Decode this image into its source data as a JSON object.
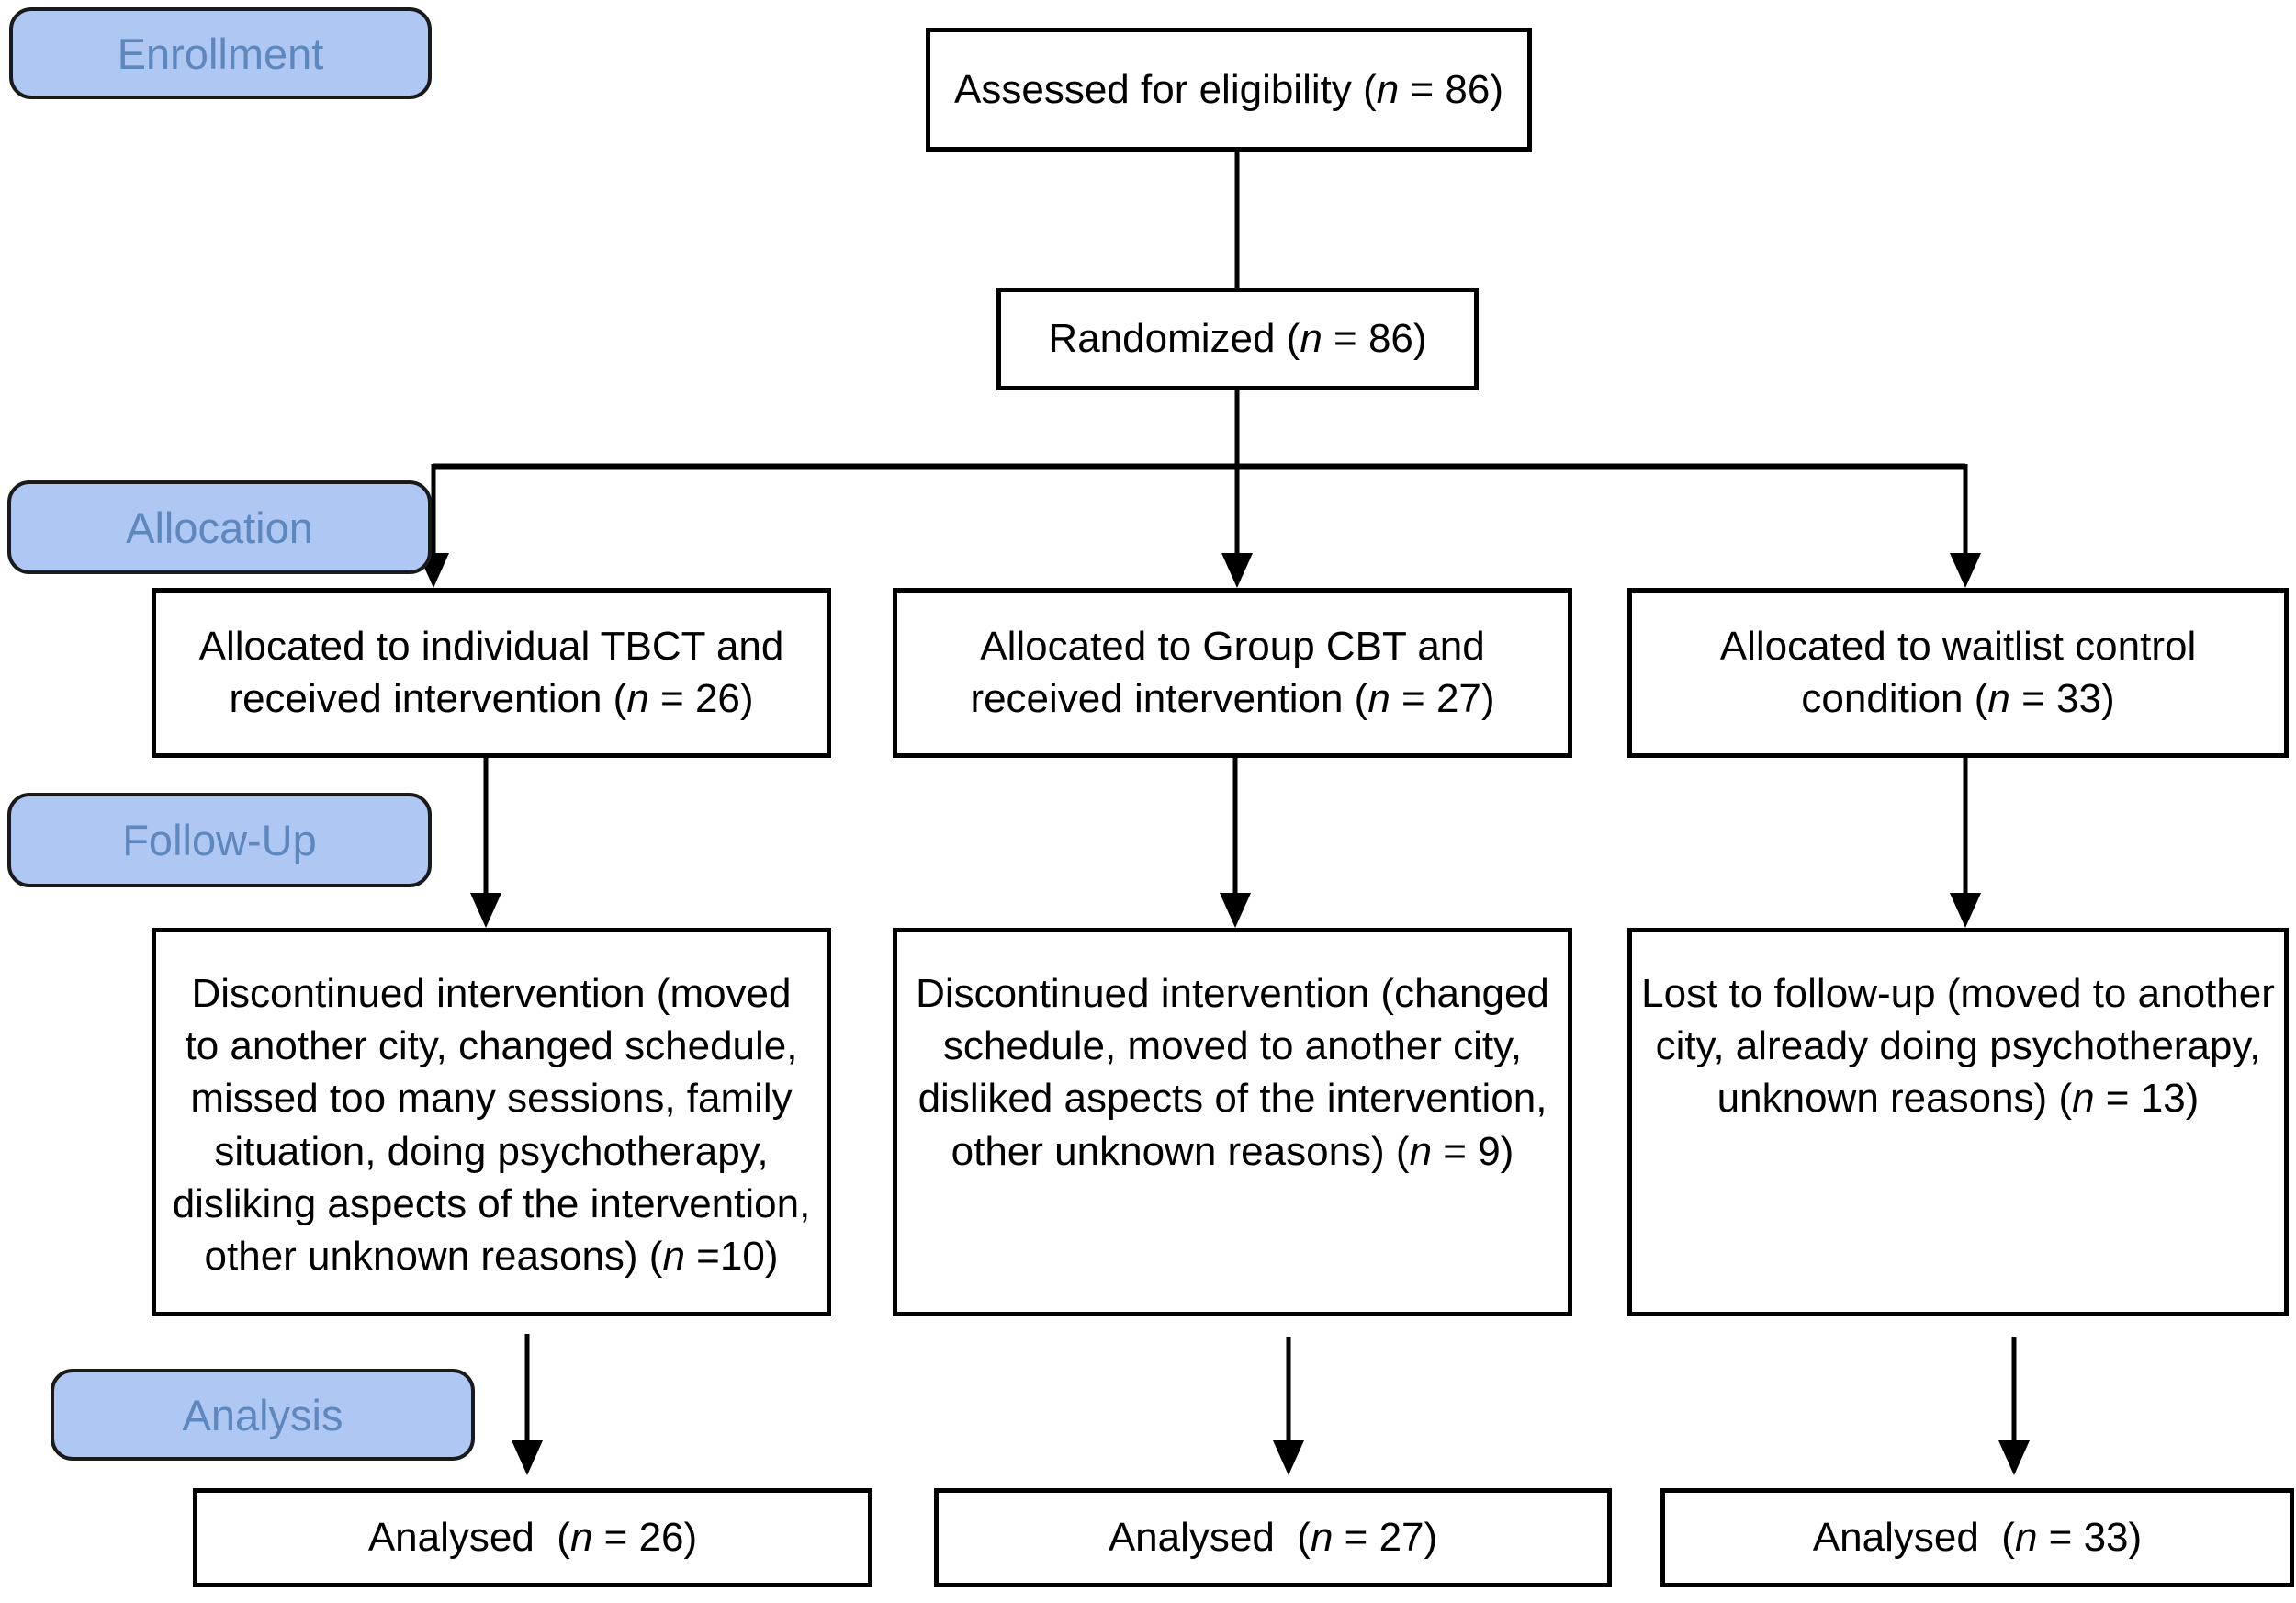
{
  "title": "CONSORT participant flow diagram",
  "colors": {
    "stage_fill": "#AEC7F3",
    "stage_text": "#5D87BD",
    "box_border": "#000000",
    "background": "#FFFFFF"
  },
  "stages": {
    "enrollment": "Enrollment",
    "allocation": "Allocation",
    "followup": "Follow-Up",
    "analysis": "Analysis"
  },
  "boxes": {
    "assessed": {
      "pre": "Assessed for eligibility (",
      "n": "n",
      "post": " = 86)"
    },
    "randomized": {
      "pre": "Randomized (",
      "n": "n",
      "post": " = 86)"
    },
    "alloc_tbct": {
      "pre": "Allocated to individual TBCT and\nreceived intervention (",
      "n": "n",
      "post": " = 26)"
    },
    "alloc_group_cbt": {
      "pre": "Allocated to Group CBT and\nreceived intervention (",
      "n": "n",
      "post": " = 27)"
    },
    "alloc_waitlist": {
      "pre": "Allocated to waitlist control\ncondition (",
      "n": "n",
      "post": " = 33)"
    },
    "fup_tbct": {
      "pre": "Discontinued intervention (moved\nto another city, changed schedule,\nmissed too many sessions, family\nsituation, doing psychotherapy,\ndisliking aspects of the intervention,\nother unknown reasons) (",
      "n": "n",
      "post": " =10)"
    },
    "fup_group_cbt": {
      "pre": "Discontinued intervention (changed\nschedule, moved to another city,\ndisliked aspects of the intervention,\nother unknown reasons) (",
      "n": "n",
      "post": " = 9)"
    },
    "fup_waitlist": {
      "pre": "Lost to follow-up (moved to another\ncity, already doing psychotherapy,\nunknown reasons) (",
      "n": "n",
      "post": " = 13)"
    },
    "analysed_tbct": {
      "pre": "Analysed  (",
      "n": "n",
      "post": " = 26)"
    },
    "analysed_group_cbt": {
      "pre": "Analysed  (",
      "n": "n",
      "post": " = 27)"
    },
    "analysed_waitlist": {
      "pre": "Analysed  (",
      "n": "n",
      "post": " = 33)"
    }
  }
}
